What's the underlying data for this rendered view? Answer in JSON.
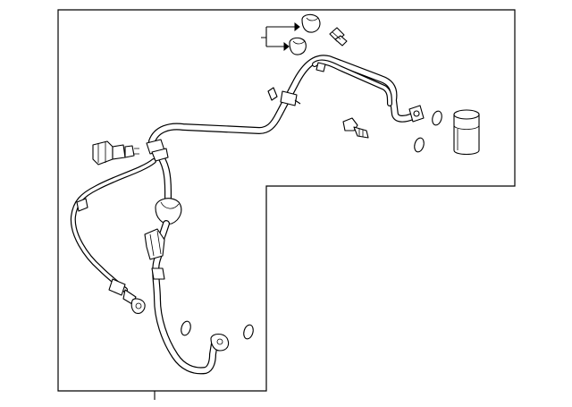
{
  "diagram": {
    "type": "exploded-parts-diagram",
    "colors": {
      "line": "#000000",
      "background": "#ffffff"
    },
    "parts": [
      {
        "name": "suction-tube"
      },
      {
        "name": "discharge-hose"
      },
      {
        "name": "liquid-line"
      },
      {
        "name": "pressure-switch"
      },
      {
        "name": "mounting-bolt"
      },
      {
        "name": "receiver-drier"
      },
      {
        "name": "service-valve-caps"
      },
      {
        "name": "o-rings"
      },
      {
        "name": "muffler"
      }
    ],
    "text_labels": []
  }
}
